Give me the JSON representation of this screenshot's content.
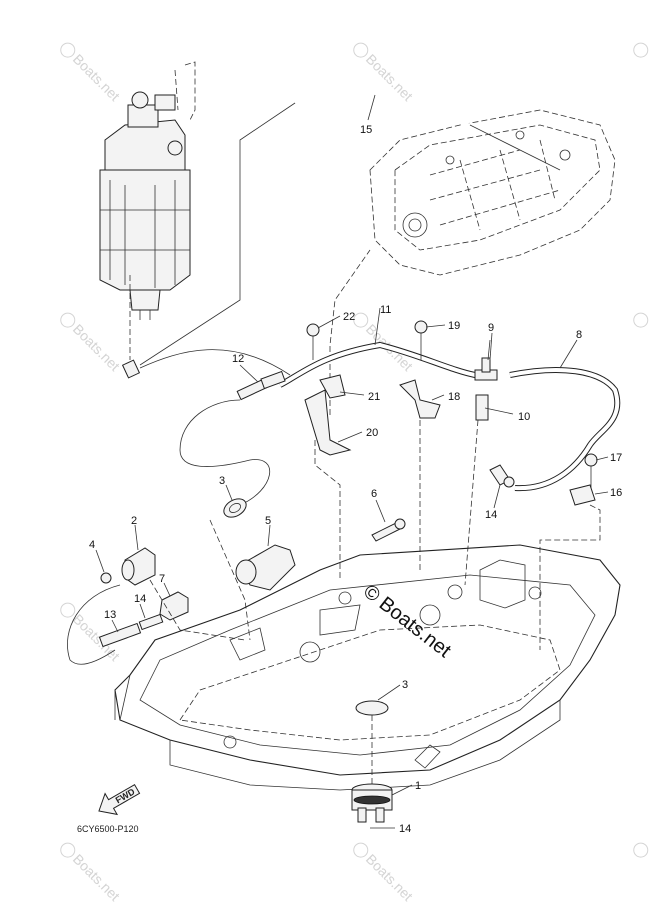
{
  "watermark": "Boats.net",
  "watermark_center": "Boats.net",
  "watermark_symbol": "©",
  "fwd_label": "FWD",
  "diagram_code": "6CY6500-P120",
  "callouts": {
    "c1": "1",
    "c2": "2",
    "c3a": "3",
    "c3b": "3",
    "c4": "4",
    "c5": "5",
    "c6": "6",
    "c7": "7",
    "c8": "8",
    "c9": "9",
    "c10": "10",
    "c11": "11",
    "c12": "12",
    "c13": "13",
    "c14a": "14",
    "c14b": "14",
    "c14c": "14",
    "c15": "15",
    "c16": "16",
    "c17": "17",
    "c18": "18",
    "c19": "19",
    "c20": "20",
    "c21": "21",
    "c22": "22"
  }
}
